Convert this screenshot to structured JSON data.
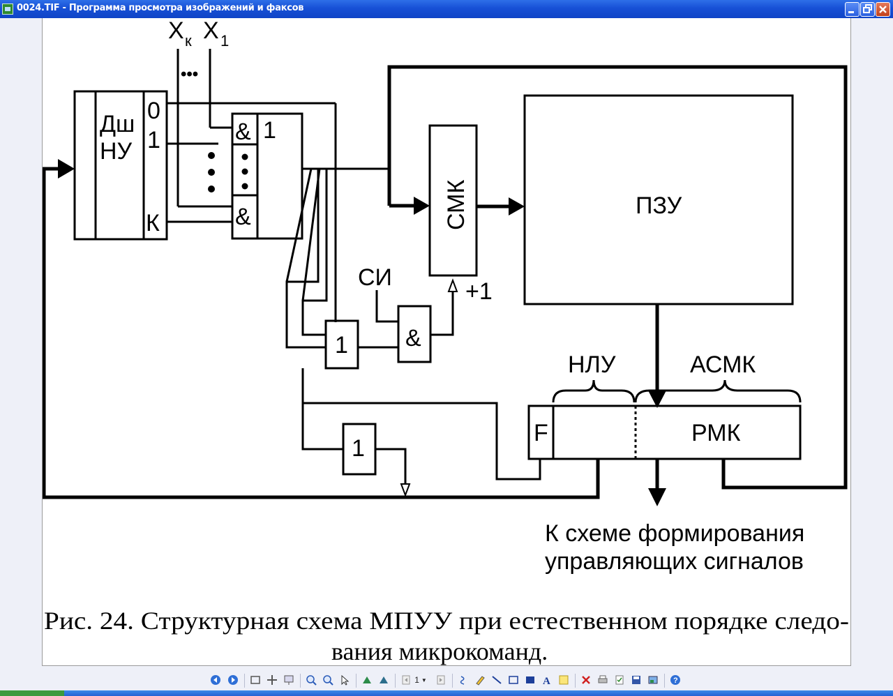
{
  "window": {
    "title": "0024.TIF - Программа просмотра изображений и факсов",
    "buttons": [
      "minimize",
      "maximize",
      "close"
    ]
  },
  "diagram": {
    "inputs": {
      "xk": "Х",
      "xk_sub": "к",
      "x1": "Х",
      "x1_sub": "1",
      "ellipsis": "•••"
    },
    "decoder": {
      "line1": "Дш",
      "line2": "НУ",
      "out0": "0",
      "out1": "1",
      "outk": "К"
    },
    "and_array": {
      "top_gate": "&",
      "bottom_gate": "&",
      "or_label": "1"
    },
    "smk": "СМК",
    "pzu": "ПЗУ",
    "si": "СИ",
    "plus_one": "+1",
    "and_gate": "&",
    "or_gate": "1",
    "not_gate": "1",
    "nlu": "НЛУ",
    "asmk": "АСМК",
    "f_field": "F",
    "rmk": "РМК",
    "output_line1": "К схеме формирования",
    "output_line2": "управляющих сигналов"
  },
  "caption": {
    "line1": "Рис. 24.  Структурная схема МПУУ при естественном порядке следо-",
    "line2": "вания микрокоманд."
  },
  "toolbar": {
    "page_number": "1",
    "icons": [
      "previous-image-icon",
      "next-image-icon",
      "best-fit-icon",
      "actual-size-icon",
      "slideshow-icon",
      "zoom-in-icon",
      "zoom-out-icon",
      "select-icon",
      "rotate-clockwise-icon",
      "rotate-counterclockwise-icon",
      "previous-page-icon",
      "page-number-select",
      "next-page-icon",
      "annotation-icon",
      "highlight-icon",
      "line-icon",
      "rectangle-icon",
      "filled-rectangle-icon",
      "text-icon",
      "note-icon",
      "delete-icon",
      "print-icon",
      "copy-icon",
      "save-icon",
      "edit-icon",
      "help-icon"
    ]
  }
}
